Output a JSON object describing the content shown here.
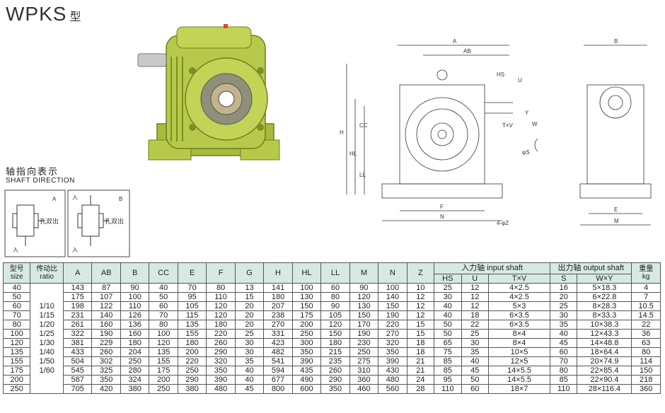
{
  "title": {
    "main": "WPKS",
    "suffix": "型"
  },
  "shaft_direction": {
    "label_cn": "轴指向表示",
    "label_en": "SHAFT DIRECTION",
    "box_a": {
      "letter": "A",
      "in_top": "",
      "in_bottom": "入",
      "out_label": "孔双出"
    },
    "box_b": {
      "letter": "B",
      "in_top": "入",
      "in_bottom": "入",
      "out_label": "孔双出"
    }
  },
  "drawing_front": {
    "labels": [
      "A",
      "AB",
      "HS",
      "U",
      "H",
      "HL",
      "CC",
      "LL",
      "T×V",
      "Y",
      "W",
      "φS",
      "F",
      "N",
      "4-φZ"
    ]
  },
  "drawing_side": {
    "labels": [
      "B",
      "E",
      "M"
    ]
  },
  "colors": {
    "header_bg": "#d6e9e2",
    "product_green": "#b7c94a",
    "product_dark": "#7d8f23"
  },
  "table": {
    "header": {
      "size_cn": "型号",
      "size_en": "size",
      "ratio_cn": "传动比",
      "ratio_en": "ratio",
      "cols": [
        "A",
        "AB",
        "B",
        "CC",
        "E",
        "F",
        "G",
        "H",
        "HL",
        "LL",
        "M",
        "N",
        "Z"
      ],
      "input_group": "入力轴 input shaft",
      "output_group": "出力轴 output shaft",
      "weight_cn": "重量",
      "weight_en": "kg",
      "input_cols": [
        "HS",
        "U",
        "T×V"
      ],
      "output_cols": [
        "S",
        "W×Y"
      ]
    },
    "ratios": [
      "1/10",
      "1/15",
      "1/20",
      "1/25",
      "1/30",
      "1/40",
      "1/50",
      "1/60"
    ],
    "rows": [
      [
        "40",
        "143",
        "87",
        "90",
        "40",
        "70",
        "80",
        "13",
        "141",
        "100",
        "60",
        "90",
        "100",
        "10",
        "25",
        "12",
        "4×2.5",
        "16",
        "5×18.3",
        "4"
      ],
      [
        "50",
        "175",
        "107",
        "100",
        "50",
        "95",
        "110",
        "15",
        "180",
        "130",
        "80",
        "120",
        "140",
        "12",
        "30",
        "12",
        "4×2.5",
        "20",
        "6×22.8",
        "7"
      ],
      [
        "60",
        "198",
        "122",
        "110",
        "60",
        "105",
        "120",
        "20",
        "207",
        "150",
        "90",
        "130",
        "150",
        "12",
        "40",
        "12",
        "5×3",
        "25",
        "8×28.3",
        "10.5"
      ],
      [
        "70",
        "231",
        "140",
        "126",
        "70",
        "115",
        "120",
        "20",
        "238",
        "175",
        "105",
        "150",
        "190",
        "12",
        "40",
        "18",
        "6×3.5",
        "30",
        "8×33.3",
        "14.5"
      ],
      [
        "80",
        "261",
        "160",
        "136",
        "80",
        "135",
        "180",
        "20",
        "270",
        "200",
        "120",
        "170",
        "220",
        "15",
        "50",
        "22",
        "6×3.5",
        "35",
        "10×38.3",
        "22"
      ],
      [
        "100",
        "322",
        "190",
        "160",
        "100",
        "155",
        "220",
        "25",
        "331",
        "250",
        "150",
        "190",
        "270",
        "15",
        "50",
        "25",
        "8×4",
        "40",
        "12×43.3",
        "36"
      ],
      [
        "120",
        "381",
        "229",
        "180",
        "120",
        "180",
        "260",
        "30",
        "423",
        "300",
        "180",
        "230",
        "320",
        "18",
        "65",
        "30",
        "8×4",
        "45",
        "14×48.8",
        "63"
      ],
      [
        "135",
        "433",
        "260",
        "204",
        "135",
        "200",
        "290",
        "30",
        "482",
        "350",
        "215",
        "250",
        "350",
        "18",
        "75",
        "35",
        "10×5",
        "60",
        "18×64.4",
        "80"
      ],
      [
        "155",
        "504",
        "302",
        "250",
        "155",
        "220",
        "320",
        "35",
        "541",
        "390",
        "235",
        "275",
        "390",
        "21",
        "85",
        "40",
        "12×5",
        "70",
        "20×74.9",
        "114"
      ],
      [
        "175",
        "545",
        "325",
        "280",
        "175",
        "250",
        "350",
        "40",
        "594",
        "435",
        "260",
        "310",
        "430",
        "21",
        "85",
        "45",
        "14×5.5",
        "80",
        "22×85.4",
        "150"
      ],
      [
        "200",
        "587",
        "350",
        "324",
        "200",
        "290",
        "390",
        "40",
        "677",
        "490",
        "290",
        "360",
        "480",
        "24",
        "95",
        "50",
        "14×5.5",
        "85",
        "22×90.4",
        "218"
      ],
      [
        "250",
        "705",
        "420",
        "380",
        "250",
        "380",
        "480",
        "45",
        "800",
        "600",
        "350",
        "460",
        "560",
        "28",
        "110",
        "60",
        "18×7",
        "110",
        "28×116.4",
        "360"
      ]
    ]
  }
}
